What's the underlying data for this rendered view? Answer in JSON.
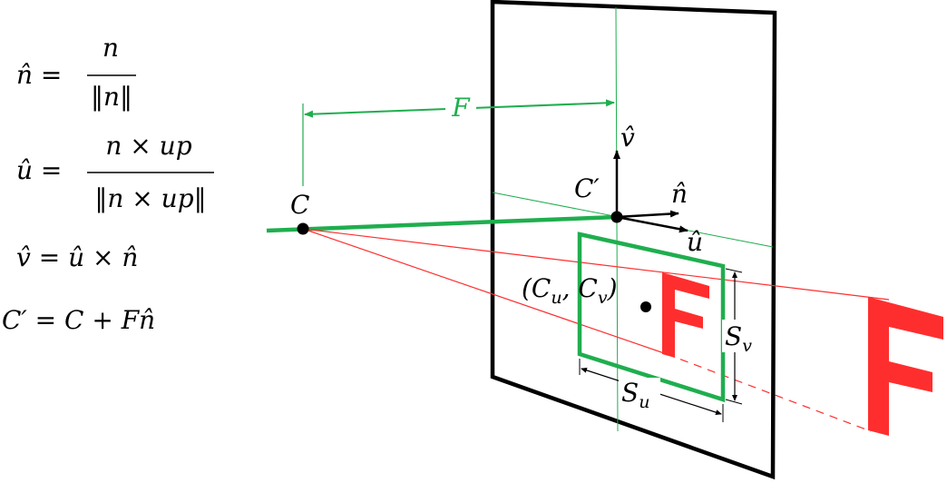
{
  "colors": {
    "green": "#1fae4e",
    "red": "#ff2e2e",
    "black": "#000000"
  },
  "equations": {
    "n_hat_lhs": "n̂ =",
    "n_hat_num": "n",
    "n_hat_den": "‖n‖",
    "u_hat_lhs": "û =",
    "u_hat_num": "n × up",
    "u_hat_den": "‖n × up‖",
    "v_hat": "v̂ = û × n̂",
    "c_prime": "C′ = C + Fn̂"
  },
  "labels": {
    "C": "C",
    "F": "F",
    "C_prime": "C′",
    "v_hat": "v̂",
    "n_hat": "n̂",
    "u_hat": "û",
    "Cu_Cv_open": "(C",
    "Cu_sub": "u",
    "Cu_Cv_mid": ", C",
    "Cv_sub": "v",
    "Cu_Cv_close": ")",
    "Sv": "S",
    "Sv_sub": "v",
    "Su": "S",
    "Su_sub": "u",
    "image_letter": "F",
    "projected_letter": "F"
  }
}
